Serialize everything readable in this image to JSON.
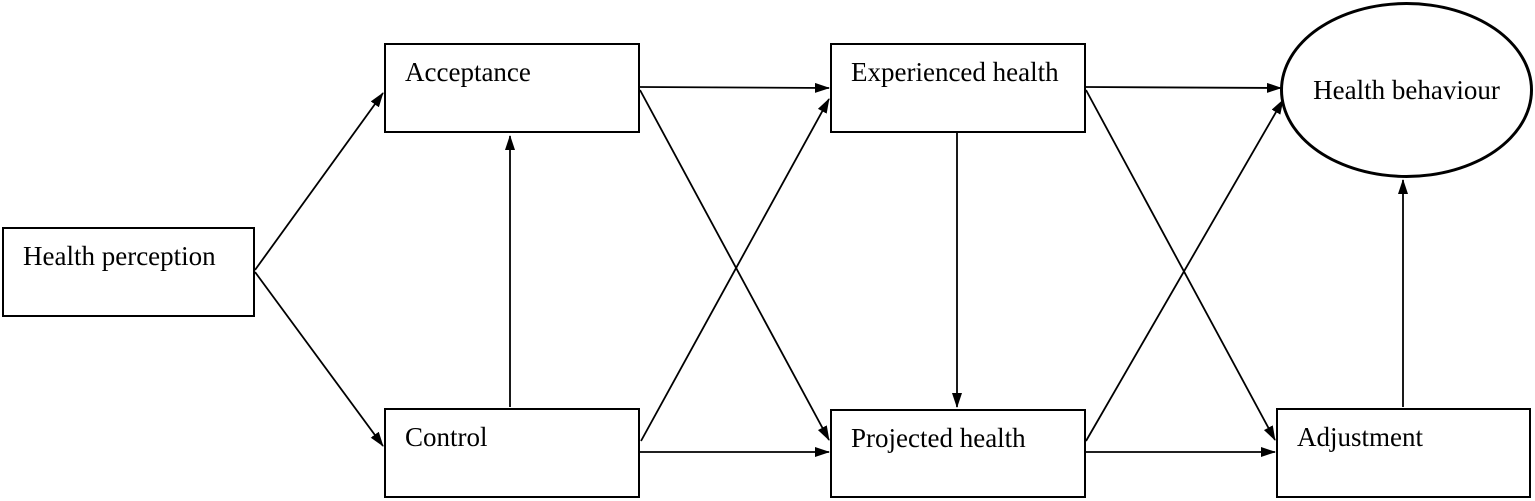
{
  "diagram": {
    "type": "path-model-flow-diagram",
    "nodes": {
      "health_perception": {
        "label": "Health perception",
        "shape": "rectangle"
      },
      "acceptance": {
        "label": "Acceptance",
        "shape": "rectangle"
      },
      "control": {
        "label": "Control",
        "shape": "rectangle"
      },
      "experienced_health": {
        "label": "Experienced health",
        "shape": "rectangle"
      },
      "projected_health": {
        "label": "Projected health",
        "shape": "rectangle"
      },
      "health_behaviour": {
        "label": "Health behaviour",
        "shape": "ellipse"
      },
      "adjustment": {
        "label": "Adjustment",
        "shape": "rectangle"
      }
    },
    "edges": [
      {
        "from": "health_perception",
        "to": "acceptance"
      },
      {
        "from": "health_perception",
        "to": "control"
      },
      {
        "from": "control",
        "to": "acceptance"
      },
      {
        "from": "acceptance",
        "to": "experienced_health"
      },
      {
        "from": "acceptance",
        "to": "projected_health"
      },
      {
        "from": "control",
        "to": "experienced_health"
      },
      {
        "from": "control",
        "to": "projected_health"
      },
      {
        "from": "experienced_health",
        "to": "projected_health"
      },
      {
        "from": "experienced_health",
        "to": "health_behaviour"
      },
      {
        "from": "experienced_health",
        "to": "adjustment"
      },
      {
        "from": "projected_health",
        "to": "health_behaviour"
      },
      {
        "from": "projected_health",
        "to": "adjustment"
      },
      {
        "from": "adjustment",
        "to": "health_behaviour"
      }
    ],
    "colors": {
      "stroke": "#000000",
      "node_fill": "#ffffff",
      "text": "#000000",
      "background": "#ffffff"
    }
  }
}
